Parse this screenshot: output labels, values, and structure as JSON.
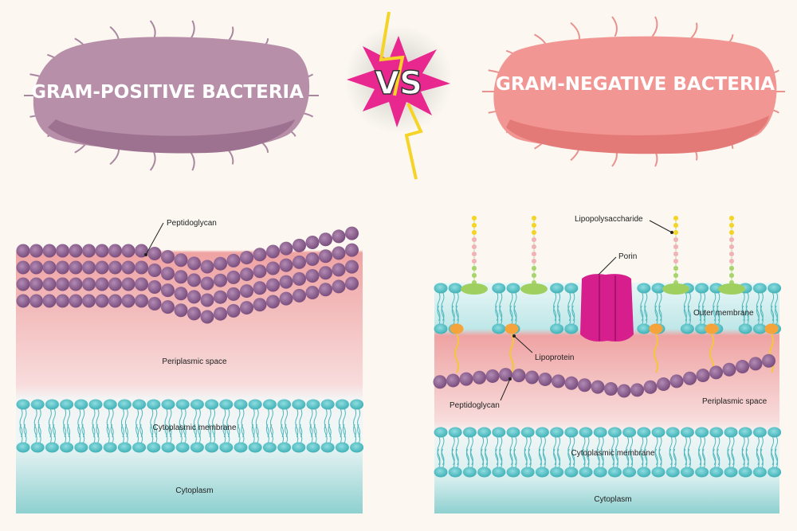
{
  "header": {
    "left_title": "GRAM-POSITIVE BACTERIA",
    "right_title": "GRAM-NEGATIVE BACTERIA",
    "versus": "VS"
  },
  "gram_positive": {
    "labels": {
      "peptidoglycan": "Peptidoglycan",
      "periplasmic_space": "Periplasmic space",
      "cytoplasmic_membrane": "Cytoplasmic membrane",
      "cytoplasm": "Cytoplasm"
    }
  },
  "gram_negative": {
    "labels": {
      "lipopolysaccharide": "Lipopolysaccharide",
      "porin": "Porin",
      "outer_membrane": "Outer membrane",
      "lipoprotein": "Lipoprotein",
      "peptidoglycan": "Peptidoglycan",
      "periplasmic_space": "Periplasmic space",
      "cytoplasmic_membrane": "Cytoplasmic membrane",
      "cytoplasm": "Cytoplasm"
    }
  },
  "colors": {
    "background": "#fcf8f1",
    "gram_positive_cell": "#b78fa8",
    "gram_negative_cell": "#f08d8a",
    "versus_burst": "#e8278f",
    "lightning": "#f5d327",
    "peptidoglycan": "#8f6592",
    "phospholipid_head": "#5cc3c8",
    "lps_anchor": "#9fcf5e",
    "lipoprotein": "#f4a43a",
    "porin": "#d61f8c"
  }
}
